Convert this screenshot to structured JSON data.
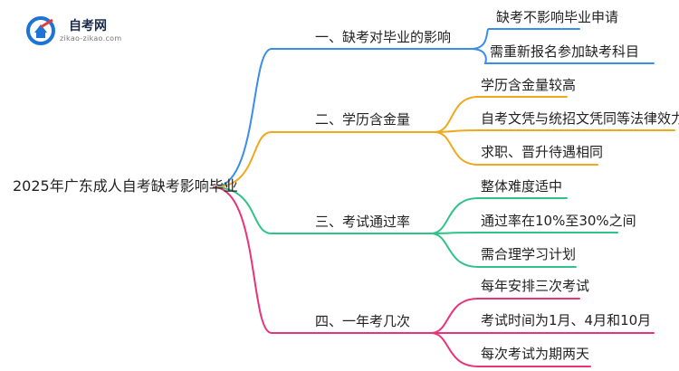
{
  "logo": {
    "name": "自考网",
    "domain": "zikao-zikao.com",
    "colors": {
      "primary": "#1e73d6",
      "accent": "#e23a3a"
    }
  },
  "root": {
    "label": "2025年广东成人自考缺考影响毕业"
  },
  "branches": [
    {
      "label": "一、缺考对毕业的影响",
      "color": "#3a8ee6",
      "leaves": [
        "缺考不影响毕业申请",
        "需重新报名参加缺考科目"
      ]
    },
    {
      "label": "二、学历含金量",
      "color": "#f0a81c",
      "leaves": [
        "学历含金量较高",
        "自考文凭与统招文凭同等法律效力",
        "求职、晋升待遇相同"
      ]
    },
    {
      "label": "三、考试通过率",
      "color": "#2fc38a",
      "leaves": [
        "整体难度适中",
        "通过率在10%至30%之间",
        "需合理学习计划"
      ]
    },
    {
      "label": "四、一年考几次",
      "color": "#e8337a",
      "leaves": [
        "每年安排三次考试",
        "考试时间为1月、4月和10月",
        "每次考试为期两天"
      ]
    }
  ]
}
